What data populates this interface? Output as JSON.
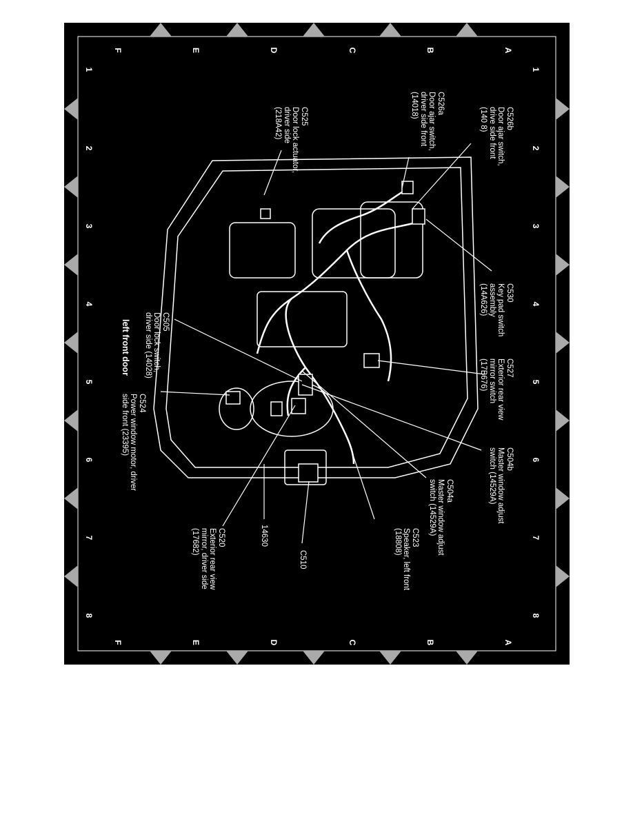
{
  "title": "left front door",
  "grid": {
    "numbers": [
      "1",
      "2",
      "3",
      "4",
      "5",
      "6",
      "7",
      "8"
    ],
    "letters": [
      "A",
      "B",
      "C",
      "D",
      "E",
      "F"
    ]
  },
  "callouts": {
    "c526b": "C526b\nDoor ajar switch,\ndrive side front\n(140 8)",
    "c526a": "C526a\nDoor ajar switch,\ndriver side front\n(14018)",
    "c525": "C525\nDoor lock actuator,\ndriver side\n(218A42)",
    "c530": "C530\nKey pad switch\nassembly\n(14A626)",
    "c505": "C505\nDoor lock switch,\ndriver side (14028)",
    "c527": "C527\nExterior rear view\nmirror switch\n(17B676)",
    "c524": "C524\nPower window motor, driver\nside front (23395)",
    "c504b": "C504b\nMaster window adjust\nswitch (14529A)",
    "c504a": "C504a\nMaster window adjust\nswitch (14529A)",
    "c523": "C523\nSpeaker, left front\n(18808)",
    "c520": "C520\nExterior rear view\nmirror, driver side\n(17682)",
    "c510": "C510",
    "n14630": "14630"
  }
}
